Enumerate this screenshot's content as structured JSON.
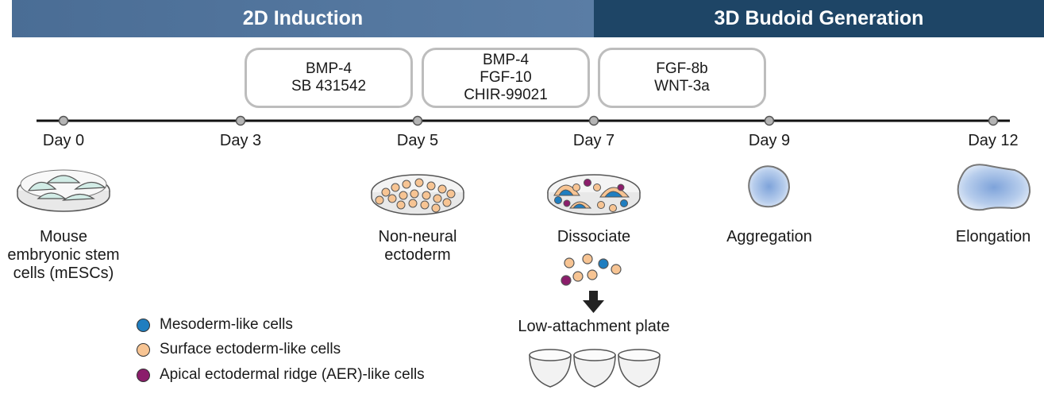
{
  "phases": {
    "induction_2d": "2D Induction",
    "generation_3d": "3D Budoid Generation"
  },
  "factors": [
    {
      "lines": [
        "BMP-4",
        "SB 431542"
      ]
    },
    {
      "lines": [
        "BMP-4",
        "FGF-10",
        "CHIR-99021"
      ]
    },
    {
      "lines": [
        "FGF-8b",
        "WNT-3a"
      ]
    }
  ],
  "days": [
    "Day 0",
    "Day 3",
    "Day 5",
    "Day 7",
    "Day 9",
    "Day 12"
  ],
  "stages": {
    "day0": [
      "Mouse",
      "embryonic stem",
      "cells (mESCs)"
    ],
    "day5": [
      "Non-neural",
      "ectoderm"
    ],
    "day7": "Dissociate",
    "day9": "Aggregation",
    "day12": "Elongation"
  },
  "plate_label": "Low-attachment plate",
  "legend": [
    {
      "label": "Mesoderm-like cells",
      "color": "#1f7ec0"
    },
    {
      "label": "Surface ectoderm-like cells",
      "color": "#f7c493"
    },
    {
      "label": "Apical ectodermal ridge (AER)-like cells",
      "color": "#8b1d6b"
    }
  ],
  "colors": {
    "phase_2d": "#4f7299",
    "phase_3d": "#1e4566",
    "timeline": "#111111",
    "box_border": "#bdbdbd",
    "colony_fill": "#d2ece6",
    "budoid_fill": "#a9c3e8"
  }
}
